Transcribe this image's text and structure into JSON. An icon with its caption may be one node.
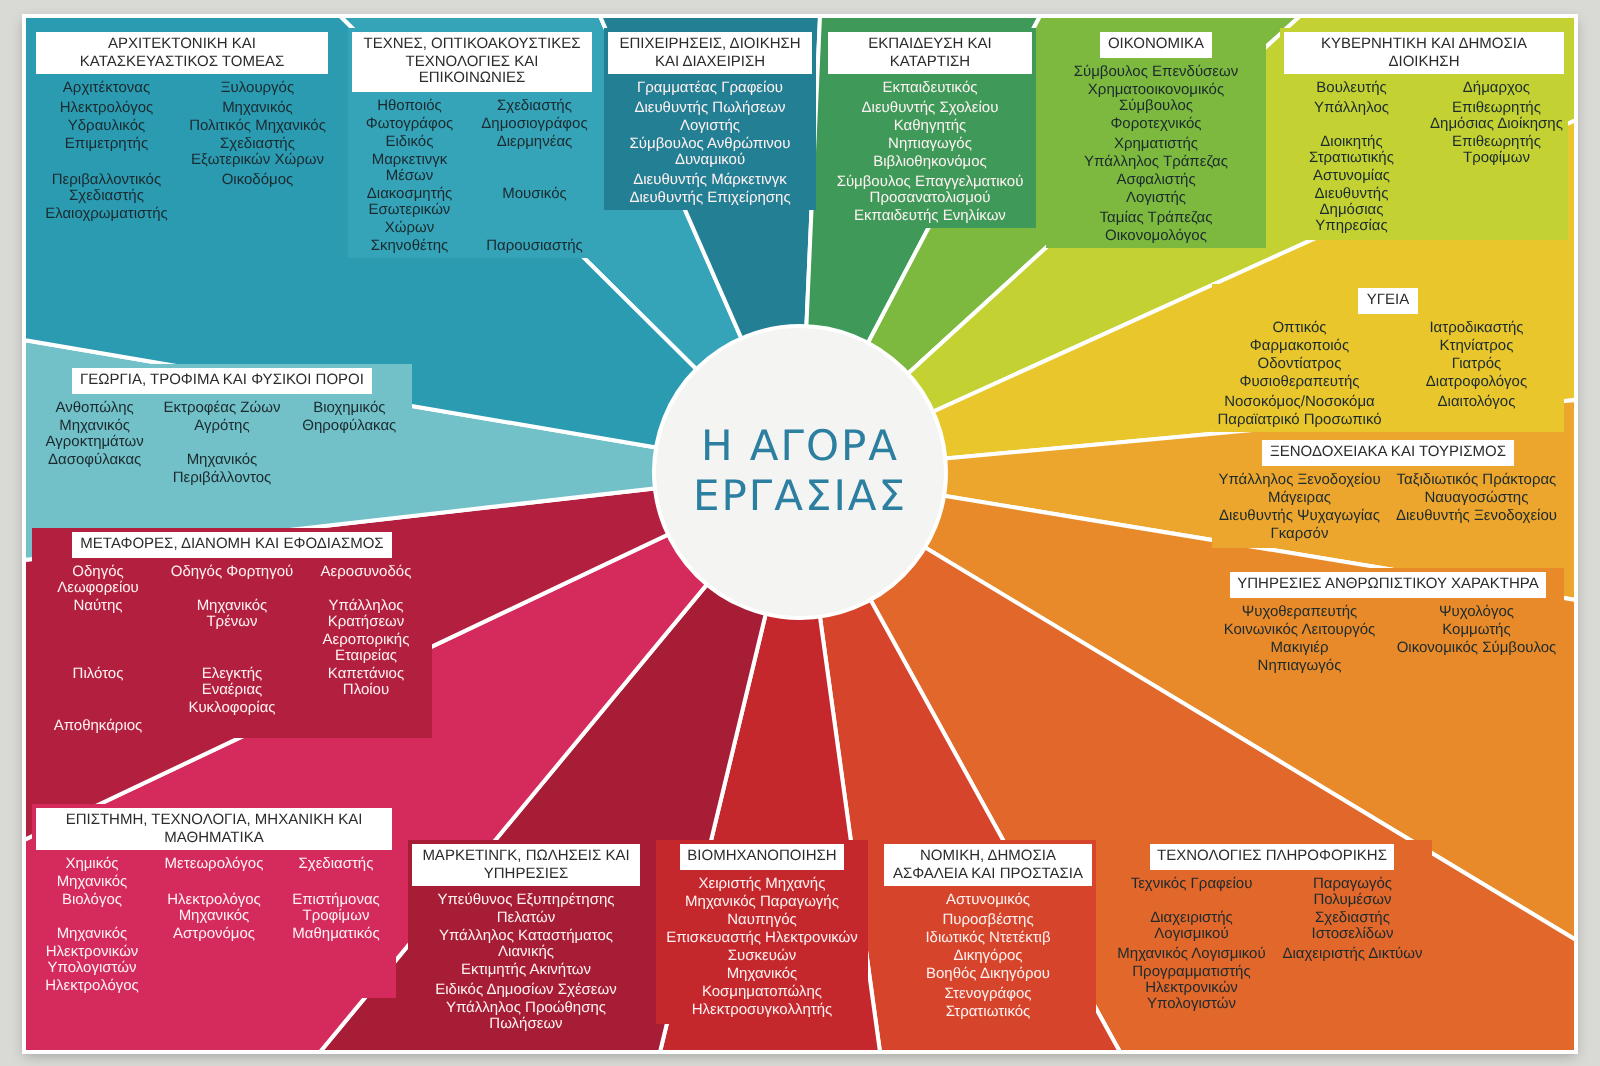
{
  "diagram": {
    "nodes": [
      {
        "text": [
          "Η ΑΓΟΡΑ ΕΡΓΑΣΙΑΣ"
        ]
      },
      {
        "text": [
          "ΤΕΧΝΕΣ, ΟΠΤΙΚΟΑΚΟΥΣΤΙΚΕΣ ΤΕΧΝΟΛΟΓΙΕΣ ΚΑΙ ΕΠΙΚΟΙΝΩΝΙΕΣ",
          "Ηθοποιός",
          "Σχεδιαστής",
          "Φωτογράφος",
          "Δημοσιογράφος",
          "Ειδικός Μαρκετινγκ Μέσων",
          "Διερμηνέας",
          "Διακοσμητής Εσωτερικών Χώρων",
          "Μουσικός",
          "Σκηνοθέτης",
          "Παρουσιαστής"
        ]
      },
      {
        "text": [
          "ΕΠΙΧΕΙΡΗΣΕΙΣ, ΔΙΟΙΚΗΣΗ ΚΑΙ ΔΙΑΧΕΙΡΙΣΗ",
          "Γραμματέας Γραφείου",
          "Διευθυντής Πωλήσεων",
          "Λογιστής",
          "Σύμβουλος Ανθρώπινου Δυναμικού",
          "Διευθυντής Μάρκετινγκ",
          "Διευθυντής Επιχείρησης"
        ]
      },
      {
        "text": [
          "ΕΚΠΑΙΔΕΥΣΗ ΚΑΙ ΚΑΤΑΡΤΙΣΗ",
          "Εκπαιδευτικός",
          "Διευθυντής Σχολείου",
          "Καθηγητής",
          "Νηπιαγωγός",
          "Βιβλιοθηκονόμος",
          "Σύμβουλος Επαγγελματικού Προσανατολισμού",
          "Εκπαιδευτής Ενηλίκων"
        ]
      },
      {
        "text": [
          "ΟΙΚΟΝΟΜΙΚΑ",
          "Σύμβουλος Επενδύσεων",
          "Χρηματοοικονομικός Σύμβουλος",
          "Φοροτεχνικός",
          "Χρηματιστής",
          "Υπάλληλος Τράπεζας",
          "Ασφαλιστής",
          "Λογιστής",
          "Ταμίας Τράπεζας",
          "Οικονομολόγος"
        ]
      },
      {
        "text": [
          "ΚΥΒΕΡΝΗΤΙΚΗ ΚΑΙ ΔΗΜΟΣΙΑ ΔΙΟΙΚΗΣΗ",
          "Βουλευτής",
          "Δήμαρχος",
          "Υπάλληλος",
          "Επιθεωρητής Δημόσιας Διοίκησης",
          "Διοικητής Στρατιωτικής Αστυνομίας",
          "Επιθεωρητής Τροφίμων",
          "Διευθυντής Δημόσιας Υπηρεσίας"
        ]
      },
      {
        "text": [
          "ΥΓΕΙΑ",
          "Οπτικός",
          "Ιατροδικαστής",
          "Φαρμακοποιός",
          "Κτηνίατρος",
          "Οδοντίατρος",
          "Γιατρός",
          "Φυσιοθεραπευτής",
          "Διατροφολόγος",
          "Νοσοκόμος/Νοσοκόμα",
          "Διαιτολόγος",
          "Παραϊατρικό Προσωπικό"
        ]
      },
      {
        "text": [
          "ΞΕΝΟΔΟΧΕΙΑΚΑ ΚΑΙ ΤΟΥΡΙΣΜΟΣ",
          "Υπάλληλος Ξενοδοχείου",
          "Ταξιδιωτικός Πράκτορας",
          "Μάγειρας",
          "Ναυαγοσώστης",
          "Διευθυντής Ψυχαγωγίας",
          "Διευθυντής Ξενοδοχείου",
          "Γκαρσόν"
        ]
      },
      {
        "text": [
          "ΥΠΗΡΕΣΙΕΣ ΑΝΘΡΩΠΙΣΤΙΚΟΥ ΧΑΡΑΚΤΗΡΑ",
          "Ψυχοθεραπευτής",
          "Ψυχολόγος",
          "Κοινωνικός Λειτουργός",
          "Κομμωτής",
          "Μακιγιέρ",
          "Οικονομικός Σύμβουλος",
          "Νηπιαγωγός"
        ]
      },
      {
        "text": [
          "ΤΕΧΝΟΛΟΓΙΕΣ ΠΛΗΡΟΦΟΡΙΚΗΣ",
          "Τεχνικός Γραφείου",
          "Παραγωγός Πολυμέσων",
          "Διαχειριστής Λογισμικού",
          "Σχεδιαστής Ιστοσελίδων",
          "Μηχανικός Λογισμικού",
          "Διαχειριστής Δικτύων",
          "Προγραμματιστής Ηλεκτρονικών Υπολογιστών"
        ]
      },
      {
        "text": [
          "ΝΟΜΙΚΗ, ΔΗΜΟΣΙΑ ΑΣΦΑΛΕΙΑ ΚΑΙ ΠΡΟΣΤΑΣΙΑ",
          "Αστυνομικός",
          "Πυροσβέστης",
          "Ιδιωτικός Ντετέκτιβ",
          "Δικηγόρος",
          "Βοηθός Δικηγόρου",
          "Στενογράφος",
          "Στρατιωτικός"
        ]
      },
      {
        "text": [
          "ΒΙΟΜΗΧΑΝΟΠΟΙΗΣΗ",
          "Χειριστής Μηχανής",
          "Μηχανικός Παραγωγής",
          "Ναυπηγός",
          "Επισκευαστής Ηλεκτρονικών Συσκευών",
          "Μηχανικός",
          "Κοσμηματοπώλης",
          "Ηλεκτροσυγκολλητής"
        ]
      },
      {
        "text": [
          "ΜΑΡΚΕΤΙΝΓΚ, ΠΩΛΗΣΕΙΣ ΚΑΙ ΥΠΗΡΕΣΙΕΣ",
          "Υπεύθυνος Εξυπηρέτησης Πελατών",
          "Υπάλληλος Καταστήματος Λιανικής",
          "Εκτιμητής Ακινήτων",
          "Ειδικός Δημοσίων Σχέσεων",
          "Υπάλληλος Προώθησης Πωλήσεων"
        ]
      },
      {
        "text": [
          "ΕΠΙΣΤΗΜΗ, ΤΕΧΝΟΛΟΓΙΑ, ΜΗΧΑΝΙΚΗ ΚΑΙ ΜΑΘΗΜΑΤΙΚΑ",
          "Χημικός Μηχανικός",
          "Μετεωρολόγος",
          "Σχεδιαστής",
          "Βιολόγος",
          "Ηλεκτρολόγος Μηχανικός",
          "Επιστήμονας Τροφίμων",
          "Μηχανικός Ηλεκτρονικών Υπολογιστών",
          "Αστρονόμος",
          "Μαθηματικός",
          "Ηλεκτρολόγος"
        ]
      },
      {
        "text": [
          "ΜΕΤΑΦΟΡΕΣ, ΔΙΑΝΟΜΗ ΚΑΙ ΕΦΟΔΙΑΣΜΟΣ",
          "Οδηγός Λεωφορείου",
          "Οδηγός Φορτηγού",
          "Αεροσυνοδός",
          "Ναύτης",
          "Μηχανικός Τρένων",
          "Υπάλληλος Κρατήσεων Αεροπορικής Εταιρείας",
          "Πιλότος",
          "Ελεγκτής Εναέριας Κυκλοφορίας",
          "Καπετάνιος Πλοίου",
          "Αποθηκάριος"
        ]
      },
      {
        "text": [
          "ΓΕΩΡΓΙΑ, ΤΡΟΦΙΜΑ ΚΑΙ ΦΥΣΙΚΟΙ ΠΟΡΟΙ",
          "Ανθοπώλης",
          "Εκτροφέας Ζώων",
          "Βιοχημικός",
          "Μηχανικός Αγροκτημάτων",
          "Αγρότης",
          "Θηροφύλακας",
          "Δασοφύλακας",
          "Μηχανικός Περιβάλλοντος"
        ]
      },
      {
        "text": [
          "ΑΡΧΙΤΕΚΤΟΝΙΚΗ ΚΑΙ ΚΑΤΑΣΚΕΥΑΣΤΙΚΟΣ ΤΟΜΕΑΣ",
          "Αρχιτέκτονας",
          "Ξυλουργός",
          "Ηλεκτρολόγος",
          "Μηχανικός",
          "Υδραυλικός",
          "Πολιτικός Μηχανικός",
          "Επιμετρητής",
          "Σχεδιαστής Εξωτερικών Χώρων",
          "Περιβαλλοντικός Σχεδιαστής",
          "Οικοδόμος",
          "Ελαιοχρωματιστής"
        ]
      }
    ]
  }
}
